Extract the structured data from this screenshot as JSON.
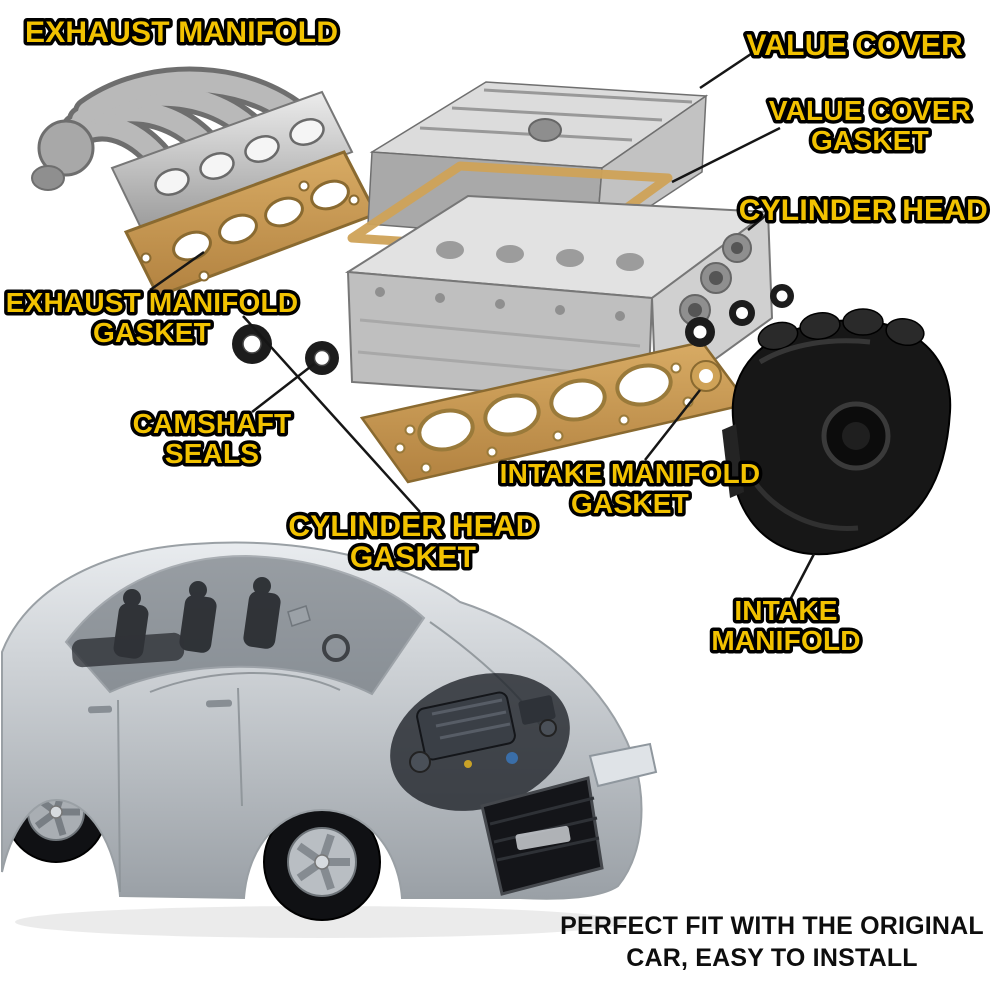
{
  "title": "Engine gasket kit exploded parts diagram",
  "colors": {
    "background": "#FFFFFF",
    "label_fill": "#F2C200",
    "label_outline": "#000000",
    "tagline_color": "#0E0E0E",
    "gasket_color": "#C9A05C",
    "manifold_color": "#171717",
    "metal_color": "#BDBDBD"
  },
  "labels": {
    "exhaust_manifold": {
      "line1": "EXHAUST MANIFOLD"
    },
    "value_cover": {
      "line1": "VALUE COVER"
    },
    "value_cover_gasket": {
      "line1": "VALUE COVER",
      "line2": "GASKET"
    },
    "cylinder_head": {
      "line1": "CYLINDER HEAD"
    },
    "exhaust_manifold_gasket": {
      "line1": "EXHAUST MANIFOLD",
      "line2": "GASKET"
    },
    "camshaft_seals": {
      "line1": "CAMSHAFT",
      "line2": "SEALS"
    },
    "intake_manifold_gasket": {
      "line1": "INTAKE MANIFOLD",
      "line2": "GASKET"
    },
    "cylinder_head_gasket": {
      "line1": "CYLINDER HEAD",
      "line2": "GASKET"
    },
    "intake_manifold": {
      "line1": "INTAKE",
      "line2": "MANIFOLD"
    }
  },
  "tagline": {
    "line1": "PERFECT FIT WITH THE ORIGINAL",
    "line2": "CAR, EASY TO INSTALL"
  }
}
